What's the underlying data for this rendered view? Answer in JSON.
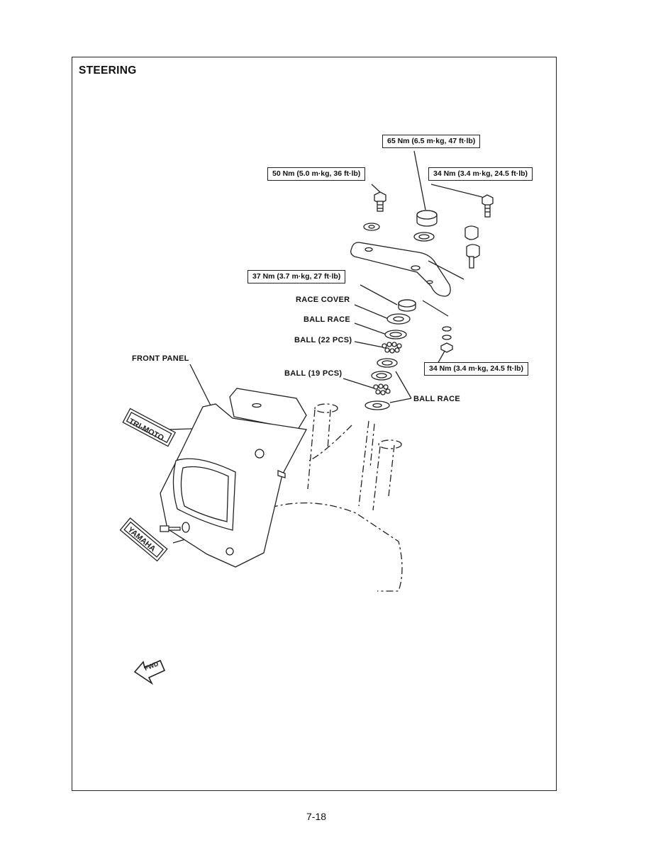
{
  "section_title": "STEERING",
  "torque_specs": {
    "top_center": "65 Nm (6.5 m·kg, 47 ft·lb)",
    "left_bolt": "50 Nm (5.0 m·kg, 36 ft·lb)",
    "right_bolt": "34 Nm (3.4 m·kg, 24.5 ft·lb)",
    "ring_nut": "37 Nm (3.7 m·kg, 27 ft·lb)",
    "lower_right_nut": "34 Nm (3.4 m·kg, 24.5 ft·lb)"
  },
  "part_labels": {
    "race_cover": "RACE COVER",
    "ball_race_upper": "BALL RACE",
    "ball_22": "BALL (22 PCS)",
    "front_panel": "FRONT PANEL",
    "ball_19": "BALL (19 PCS)",
    "ball_race_lower": "BALL RACE"
  },
  "emblems": {
    "upper": "TRI-MOTO",
    "lower": "YAMAHA",
    "arrow": "FWD"
  },
  "page_number": "7-18"
}
